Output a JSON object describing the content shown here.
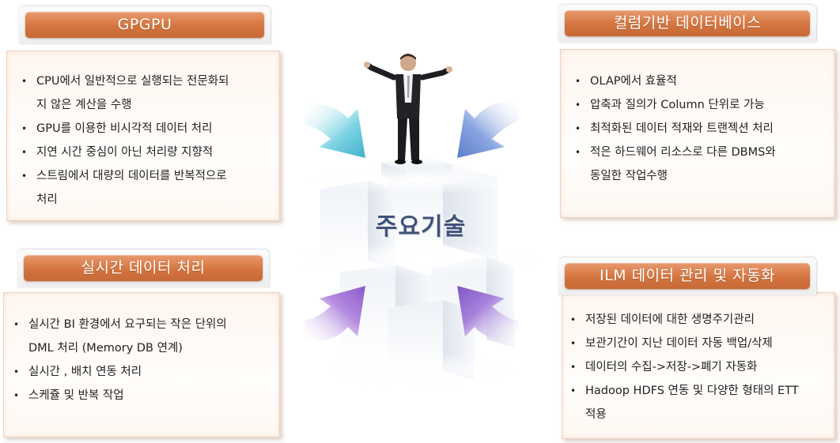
{
  "panels": {
    "gpgpu": {
      "title": "GPGPU",
      "items": [
        "CPU에서 일반적으로 실행되는 전문화되",
        "지 않은 계산을 수행",
        "GPU를 이용한 비시각적 데이터 처리",
        "지연 시간 중심이 아닌 처리량 지향적",
        "스트림에서 대량의 데이터를 반복적으로",
        "처리"
      ]
    },
    "column_db": {
      "title": "컬럼기반 데이터베이스",
      "items": [
        "OLAP에서 효율적",
        "압축과 질의가 Column 단위로 가능",
        "최적화된 데이터 적재와 트랜젝션 처리",
        "적은 하드웨어 리소스로  다른 DBMS와",
        "동일한 작업수행"
      ]
    },
    "realtime": {
      "title": "실시간 데이터 처리",
      "items": [
        "실시간 BI 환경에서 요구되는 작은 단위의",
        "DML 처리  (Memory DB 연계)",
        "실시간 , 배치 연동 처리",
        "스케쥴 및 반복 작업"
      ]
    },
    "ilm": {
      "title": "ILM 데이터 관리 및 자동화",
      "items": [
        "저장된 데이터에 대한 생명주기관리",
        "보관기간이 지난 데이터 자동 백업/삭제",
        "데이터의 수집->저장->폐기 자동화",
        "Hadoop HDFS 연동 및 다양한 형태의 ETT",
        "적용"
      ]
    }
  },
  "center": {
    "title": "주요기술"
  },
  "colors": {
    "tab_orange": "#d4743f",
    "arrow_cyan": "#5fc4d8",
    "arrow_blue": "#6f8fd4",
    "arrow_purple": "#9b6bd0",
    "center_text": "#40527a"
  }
}
